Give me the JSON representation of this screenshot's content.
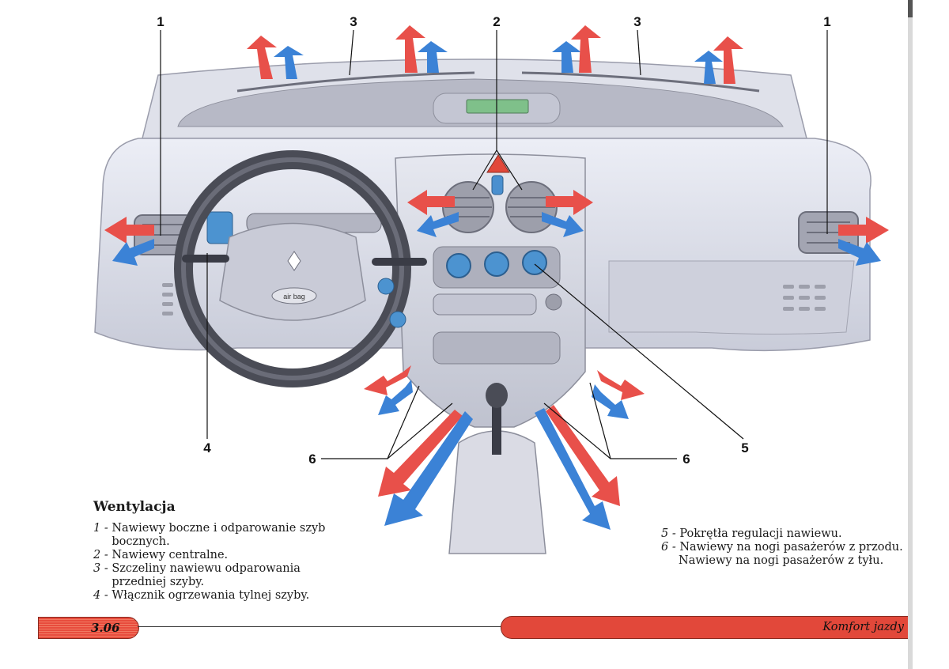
{
  "diagram": {
    "callouts": [
      "1",
      "3",
      "2",
      "3",
      "1",
      "4",
      "6",
      "6",
      "5"
    ],
    "airbag_label": "air bag"
  },
  "caption": {
    "title": "Wentylacja",
    "items": [
      {
        "num": "1 - ",
        "text": "Nawiewy boczne i odparowanie szyb bocznych."
      },
      {
        "num": "2 - ",
        "text": "Nawiewy centralne."
      },
      {
        "num": "3 - ",
        "text": "Szczeliny nawiewu odparowania przedniej szyby."
      },
      {
        "num": "4 - ",
        "text": "Włącznik ogrzewania tylnej szyby."
      }
    ],
    "items_right": [
      {
        "num": "5 - ",
        "text": "Pokrętła regulacji nawiewu."
      },
      {
        "num": "6 - ",
        "text": "Nawiewy na nogi pasażerów z przodu."
      }
    ],
    "continuation": "Nawiewy na nogi pasażerów z tyłu."
  },
  "footer": {
    "page_number": "3.06",
    "section_title": "Komfort jazdy"
  },
  "colors": {
    "accent_red": "#e2483a",
    "airflow_red": "#e8504a",
    "airflow_blue": "#3b82d6",
    "dashboard": "#d9dbe6"
  }
}
